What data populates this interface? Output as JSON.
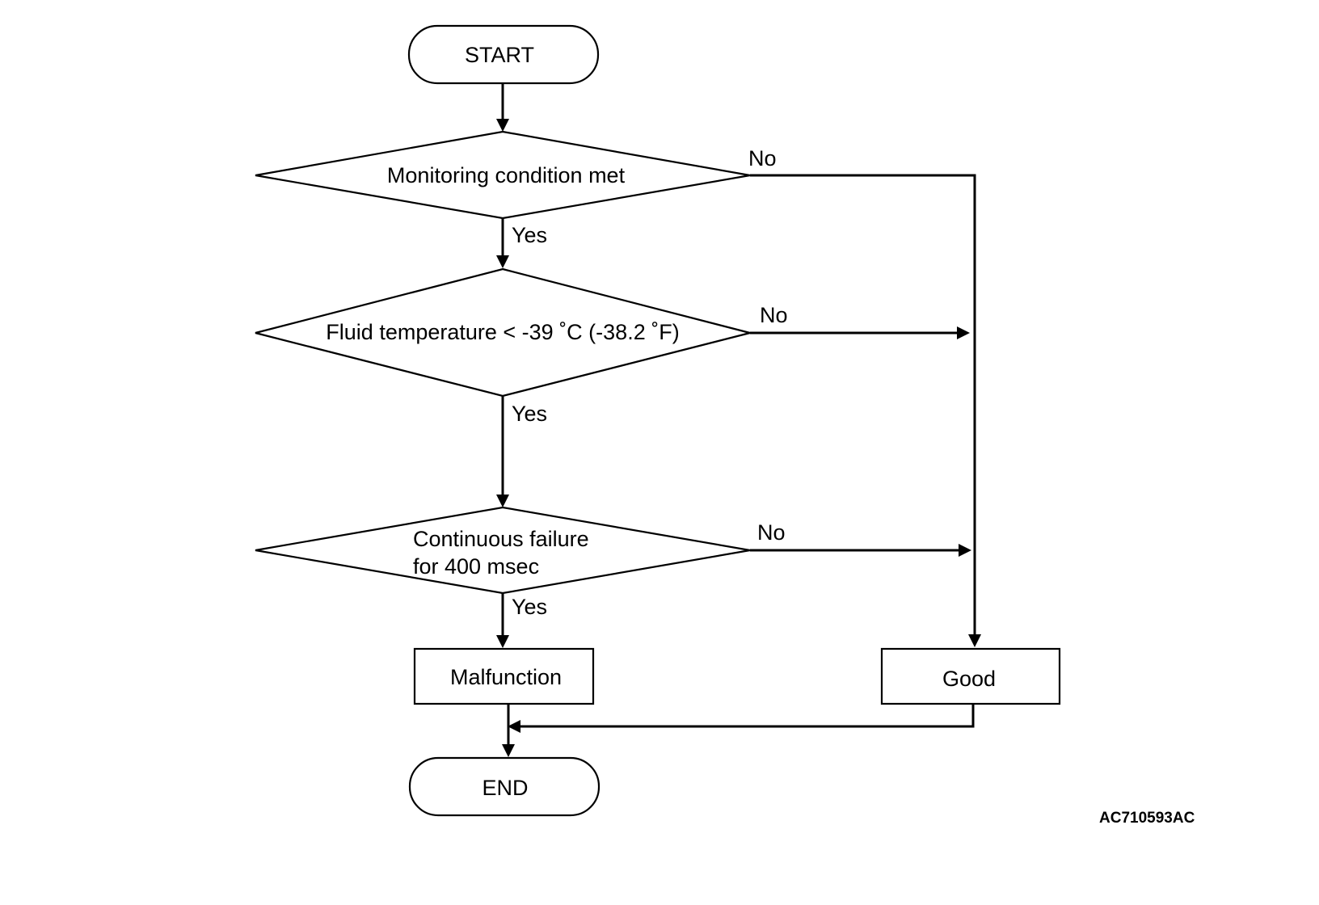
{
  "nodes": {
    "start": "START",
    "decision1": "Monitoring condition met",
    "decision2": "Fluid temperature < -39 ˚C (-38.2 ˚F)",
    "decision3_line1": "Continuous failure",
    "decision3_line2": "for 400 msec",
    "malfunction": "Malfunction",
    "good": "Good",
    "end": "END"
  },
  "edges": {
    "decision1_yes": "Yes",
    "decision1_no": "No",
    "decision2_yes": "Yes",
    "decision2_no": "No",
    "decision3_yes": "Yes",
    "decision3_no": "No"
  },
  "figure_code": "AC710593AC"
}
